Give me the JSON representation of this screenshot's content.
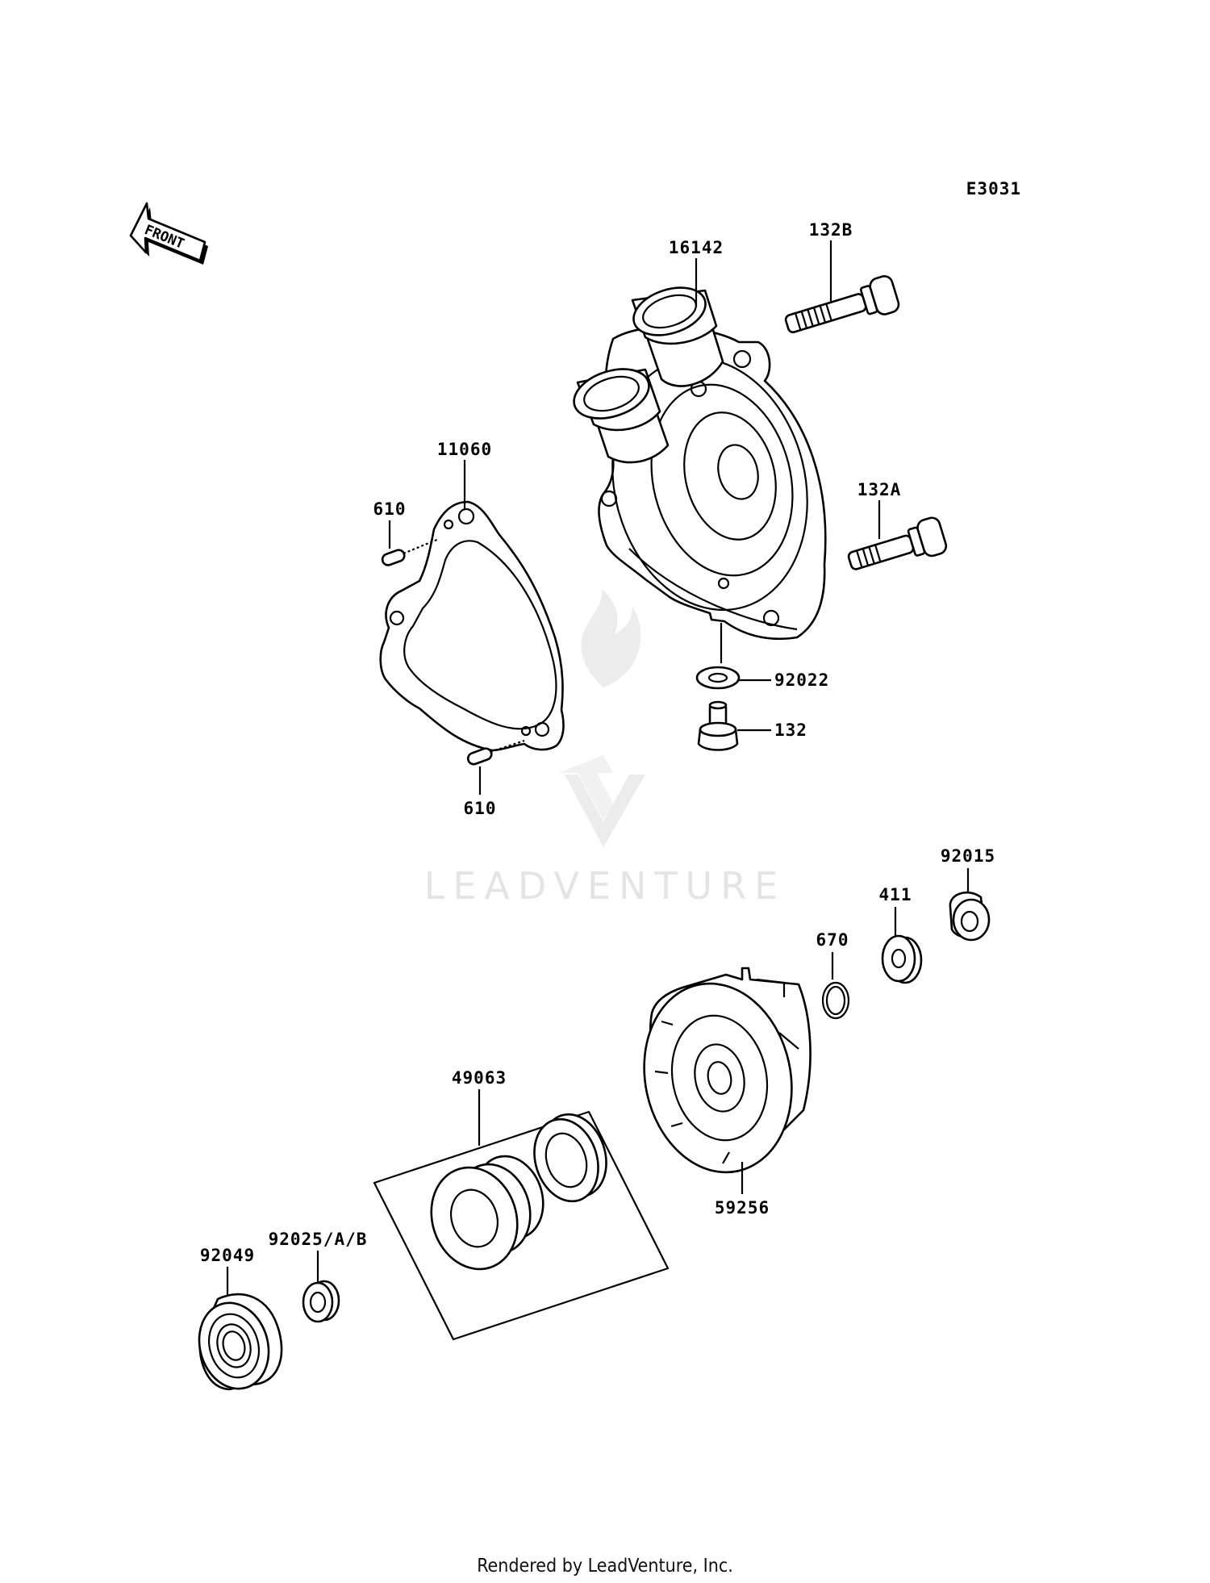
{
  "diagram_code": "E3031",
  "front_label": "FRONT",
  "watermark": {
    "brand": "LEADVENTURE"
  },
  "parts": {
    "housing_16142": "16142",
    "bolt_132B": "132B",
    "bolt_132A": "132A",
    "gasket_11060": "11060",
    "dowel_610_top": "610",
    "dowel_610_bottom": "610",
    "washer_92022": "92022",
    "drain_bolt_132": "132",
    "nut_92015": "92015",
    "washer_411": "411",
    "oring_670": "670",
    "impeller_59256": "59256",
    "seal_set_49063": "49063",
    "oil_seal_92025": "92025/A/B",
    "bearing_92049": "92049"
  },
  "footer": "Rendered by LeadVenture, Inc."
}
